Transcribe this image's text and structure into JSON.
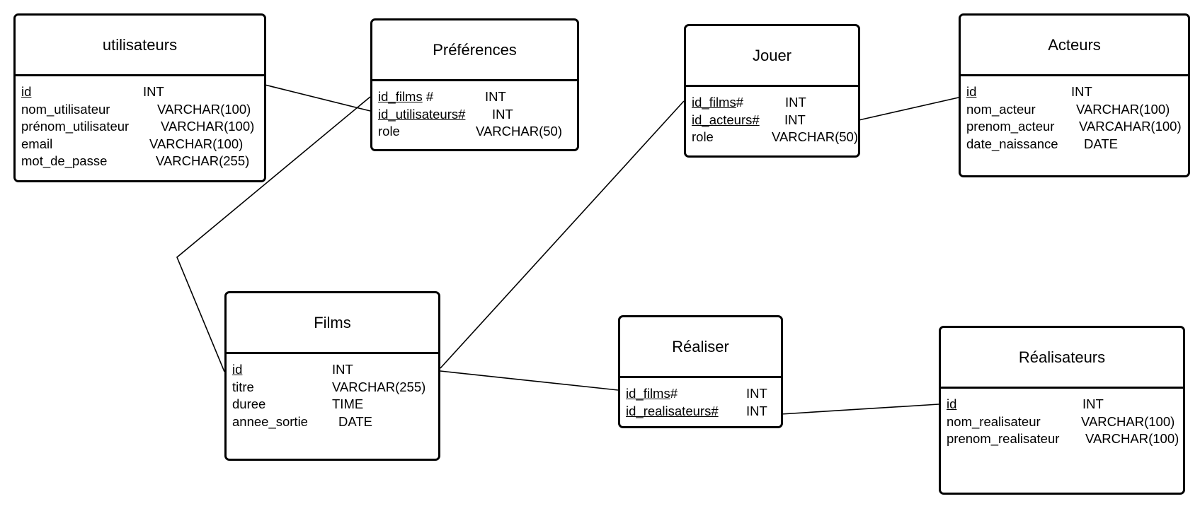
{
  "entities": {
    "utilisateurs": {
      "title": "utilisateurs",
      "attributes": [
        {
          "name": "id",
          "type": "INT",
          "underline": true
        },
        {
          "name": "nom_utilisateur",
          "type": "VARCHAR(100)"
        },
        {
          "name": "prénom_utilisateur",
          "type": "VARCHAR(100)"
        },
        {
          "name": "email",
          "type": "VARCHAR(100)"
        },
        {
          "name": "mot_de_passe",
          "type": "VARCHAR(255)"
        }
      ]
    },
    "preferences": {
      "title": "Préférences",
      "attributes": [
        {
          "name": "id_films",
          "suffix": " #",
          "type": "INT",
          "underline": true
        },
        {
          "name": "id_utilisateurs#",
          "type": "INT",
          "underline": true
        },
        {
          "name": "role",
          "type": "VARCHAR(50)"
        }
      ]
    },
    "jouer": {
      "title": "Jouer",
      "attributes": [
        {
          "name": "id_films",
          "suffix": "#",
          "type": "INT",
          "underline": true
        },
        {
          "name": "id_acteurs#",
          "type": "INT",
          "underline": true
        },
        {
          "name": "role",
          "type": "VARCHAR(50)"
        }
      ]
    },
    "acteurs": {
      "title": "Acteurs",
      "attributes": [
        {
          "name": "id",
          "type": "INT",
          "underline": true
        },
        {
          "name": "nom_acteur",
          "type": "VARCHAR(100)"
        },
        {
          "name": "prenom_acteur",
          "type": "VARCAHAR(100)"
        },
        {
          "name": "date_naissance",
          "type": "DATE"
        }
      ]
    },
    "films": {
      "title": "Films",
      "attributes": [
        {
          "name": "id",
          "type": "INT",
          "underline": true
        },
        {
          "name": "titre",
          "type": "VARCHAR(255)"
        },
        {
          "name": "duree",
          "type": "TIME"
        },
        {
          "name": "annee_sortie",
          "type": "DATE"
        }
      ]
    },
    "realiser": {
      "title": "Réaliser",
      "attributes": [
        {
          "name": "id_films",
          "suffix": "#",
          "type": "INT",
          "underline": true
        },
        {
          "name": "id_realisateurs#",
          "type": "INT",
          "underline": true
        }
      ]
    },
    "realisateurs": {
      "title": "Réalisateurs",
      "attributes": [
        {
          "name": "id",
          "type": "INT",
          "underline": true
        },
        {
          "name": "nom_realisateur",
          "type": "VARCHAR(100)"
        },
        {
          "name": "prenom_realisateur",
          "type": "VARCHAR(100)"
        }
      ]
    }
  },
  "relationships": [
    {
      "from": "utilisateurs",
      "to": "preferences"
    },
    {
      "from": "preferences",
      "to": "films"
    },
    {
      "from": "films",
      "to": "jouer"
    },
    {
      "from": "jouer",
      "to": "acteurs"
    },
    {
      "from": "films",
      "to": "realiser"
    },
    {
      "from": "realiser",
      "to": "realisateurs"
    }
  ]
}
